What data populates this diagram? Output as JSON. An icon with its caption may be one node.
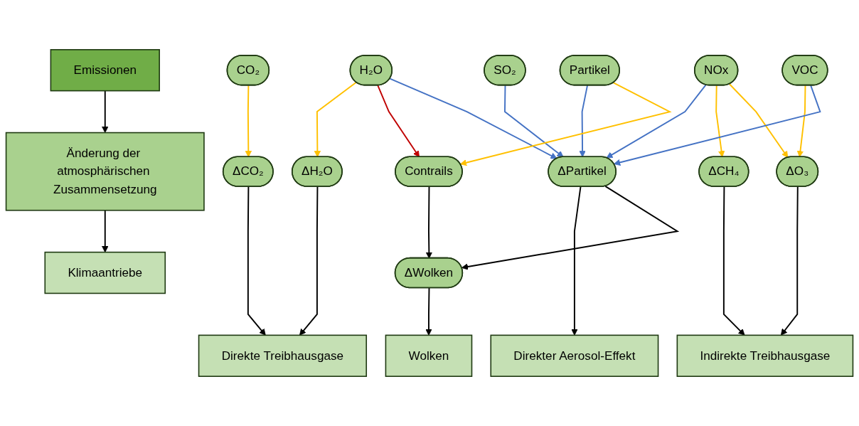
{
  "diagram": {
    "nodes": [
      {
        "text": [
          "Emissionen"
        ]
      },
      {
        "text": [
          "Änderung der atmosphärischen Zusammensetzung"
        ]
      },
      {
        "text": [
          "Klimaantriebe"
        ]
      },
      {
        "text": [
          "CO₂"
        ]
      },
      {
        "text": [
          "H₂O"
        ]
      },
      {
        "text": [
          "NOx"
        ]
      },
      {
        "text": [
          "VOC"
        ]
      },
      {
        "text": [
          "SO₂"
        ]
      },
      {
        "text": [
          "Partikel"
        ]
      },
      {
        "text": [
          "ΔCO₂"
        ]
      },
      {
        "text": [
          "ΔH₂O"
        ]
      },
      {
        "text": [
          "ΔCH₄"
        ]
      },
      {
        "text": [
          "ΔO₃"
        ]
      },
      {
        "text": [
          "ΔPartikel"
        ]
      },
      {
        "text": [
          "Contrails"
        ]
      },
      {
        "text": [
          "ΔWolken"
        ]
      },
      {
        "text": [
          "Direkte Treibhausgase"
        ]
      },
      {
        "text": [
          "Indirekte Treibhausgase"
        ]
      },
      {
        "text": [
          "Direkter Aerosol-Effekt"
        ]
      },
      {
        "text": [
          "Wolken"
        ]
      }
    ],
    "edges": [
      {
        "from": 0,
        "to": 1,
        "arrow": "to"
      },
      {
        "from": 1,
        "to": 2,
        "arrow": "to"
      },
      {
        "from": 3,
        "to": 9,
        "arrow": "to",
        "color": "#ffc000"
      },
      {
        "from": 4,
        "to": 10,
        "arrow": "to",
        "color": "#ffc000"
      },
      {
        "from": 4,
        "to": 14,
        "arrow": "to",
        "color": "#c00000"
      },
      {
        "from": 4,
        "to": 13,
        "arrow": "to",
        "color": "#4472c4"
      },
      {
        "from": 5,
        "to": 13,
        "arrow": "to",
        "color": "#4472c4"
      },
      {
        "from": 5,
        "to": 11,
        "arrow": "to",
        "color": "#ffc000"
      },
      {
        "from": 5,
        "to": 12,
        "arrow": "to",
        "color": "#ffc000"
      },
      {
        "from": 6,
        "to": 12,
        "arrow": "to",
        "color": "#ffc000"
      },
      {
        "from": 6,
        "to": 13,
        "arrow": "to",
        "color": "#4472c4"
      },
      {
        "from": 7,
        "to": 13,
        "arrow": "to",
        "color": "#4472c4"
      },
      {
        "from": 8,
        "to": 13,
        "arrow": "to",
        "color": "#4472c4"
      },
      {
        "from": 8,
        "to": 14,
        "arrow": "to",
        "color": "#ffc000"
      },
      {
        "from": 9,
        "to": 16,
        "arrow": "to"
      },
      {
        "from": 10,
        "to": 16,
        "arrow": "to"
      },
      {
        "from": 11,
        "to": 17,
        "arrow": "to"
      },
      {
        "from": 12,
        "to": 17,
        "arrow": "to"
      },
      {
        "from": 13,
        "to": 18,
        "arrow": "to"
      },
      {
        "from": 13,
        "to": 15,
        "arrow": "to"
      },
      {
        "from": 14,
        "to": 15,
        "arrow": "to"
      },
      {
        "from": 15,
        "to": 19,
        "arrow": "to"
      }
    ]
  }
}
